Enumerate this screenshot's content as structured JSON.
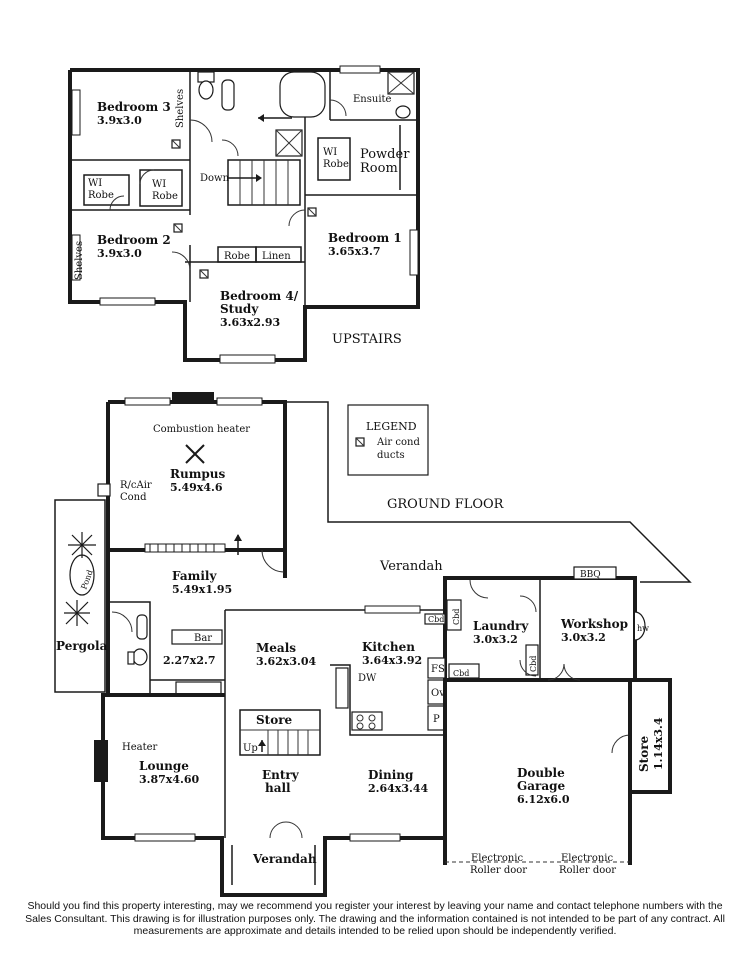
{
  "upstairs": {
    "heading": "UPSTAIRS",
    "bedroom3": {
      "name": "Bedroom 3",
      "size": "3.9x3.0"
    },
    "bedroom2": {
      "name": "Bedroom 2",
      "size": "3.9x3.0"
    },
    "bedroom1": {
      "name": "Bedroom 1",
      "size": "3.65x3.7"
    },
    "bedroom4": {
      "name": "Bedroom 4/",
      "name2": "Study",
      "size": "3.63x2.93"
    },
    "shelves": "Shelves",
    "wi_robe_a": [
      "WI",
      "Robe"
    ],
    "wi_robe_b": [
      "WI",
      "Robe"
    ],
    "wi_robe_c": [
      "WI",
      "Robe"
    ],
    "ensuite": "Ensuite",
    "powder": [
      "Powder",
      "Room"
    ],
    "down": "Down",
    "robe": "Robe",
    "linen": "Linen"
  },
  "legend": {
    "title": "LEGEND",
    "item": [
      "Air cond",
      "ducts"
    ]
  },
  "ground": {
    "heading": "GROUND FLOOR",
    "rumpus": {
      "name": "Rumpus",
      "size": "5.49x4.6"
    },
    "combustion": "Combustion heater",
    "rc_air": [
      "R/cAir",
      "Cond"
    ],
    "family": {
      "name": "Family",
      "size": "5.49x1.95"
    },
    "verandah_top": "Verandah",
    "pond": "Pond",
    "pergola": "Pergola",
    "bar": "Bar",
    "bathroom_size": "2.27x2.7",
    "meals": {
      "name": "Meals",
      "size": "3.62x3.04"
    },
    "kitchen": {
      "name": "Kitchen",
      "size": "3.64x3.92"
    },
    "cbd": "Cbd",
    "dw": "DW",
    "fs": "FS",
    "ov": "Ov",
    "p": "P",
    "laundry": {
      "name": "Laundry",
      "size": "3.0x3.2"
    },
    "workshop": {
      "name": "Workshop",
      "size": "3.0x3.2"
    },
    "bbq": "BBQ",
    "hw": "hw",
    "store": "Store",
    "up": "Up",
    "heater": "Heater",
    "lounge": {
      "name": "Lounge",
      "size": "3.87x4.60"
    },
    "entry": [
      "Entry",
      "hall"
    ],
    "dining": {
      "name": "Dining",
      "size": "2.64x3.44"
    },
    "garage": {
      "name": "Double",
      "name2": "Garage",
      "size": "6.12x6.0"
    },
    "side_store": {
      "name": "Store",
      "size": "1.14x3.4"
    },
    "roller_a": [
      "Electronic",
      "Roller door"
    ],
    "roller_b": [
      "Electronic",
      "Roller door"
    ],
    "verandah_bottom": "Verandah"
  },
  "disclaimer": "Should you find this property interesting, may we recommend you register your interest by leaving your name and contact telephone numbers with the Sales Consultant. This drawing is for illustration purposes only. The drawing and the information contained is not intended to be part of any contract. All measurements are approximate and details intended to be relied upon should be independently verified."
}
